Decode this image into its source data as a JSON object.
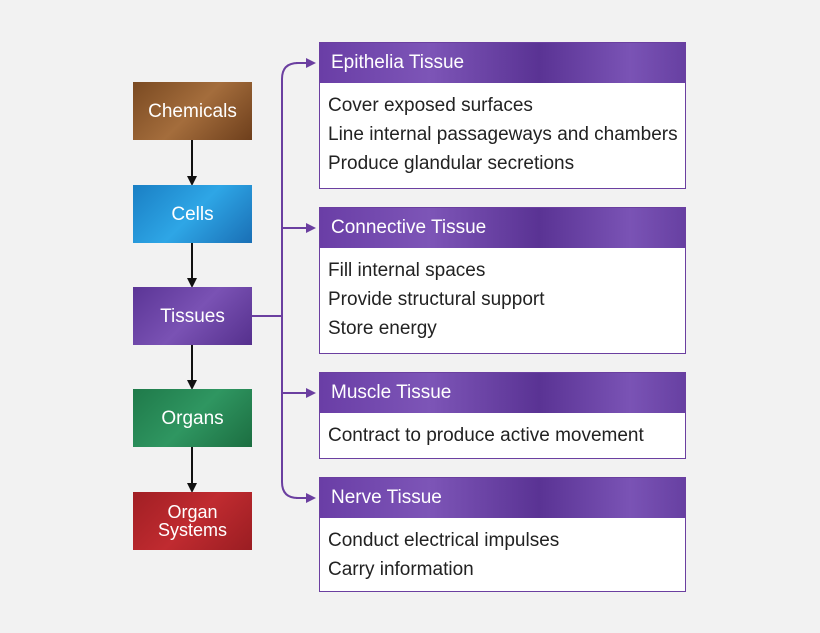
{
  "levels": [
    {
      "label": "Chemicals"
    },
    {
      "label": "Cells"
    },
    {
      "label": "Tissues"
    },
    {
      "label": "Organs"
    },
    {
      "label": "Organ Systems"
    }
  ],
  "tissues": [
    {
      "title": "Epithelia Tissue",
      "items": [
        "Cover exposed surfaces",
        "Line internal passageways and chambers",
        "Produce glandular secretions"
      ]
    },
    {
      "title": "Connective Tissue",
      "items": [
        "Fill internal spaces",
        "Provide structural support",
        "Store energy"
      ]
    },
    {
      "title": "Muscle Tissue",
      "items": [
        "Contract to produce active movement"
      ]
    },
    {
      "title": "Nerve Tissue",
      "items": [
        "Conduct electrical impulses",
        "Carry information"
      ]
    }
  ],
  "colors": {
    "chemicals": "#8a5a30",
    "cells": "#1f8fd6",
    "tissues": "#6a42a6",
    "organs": "#26824f",
    "organ_systems": "#ad2328",
    "tissue_accent": "#6b3fa0",
    "background": "#f2f2f2"
  }
}
